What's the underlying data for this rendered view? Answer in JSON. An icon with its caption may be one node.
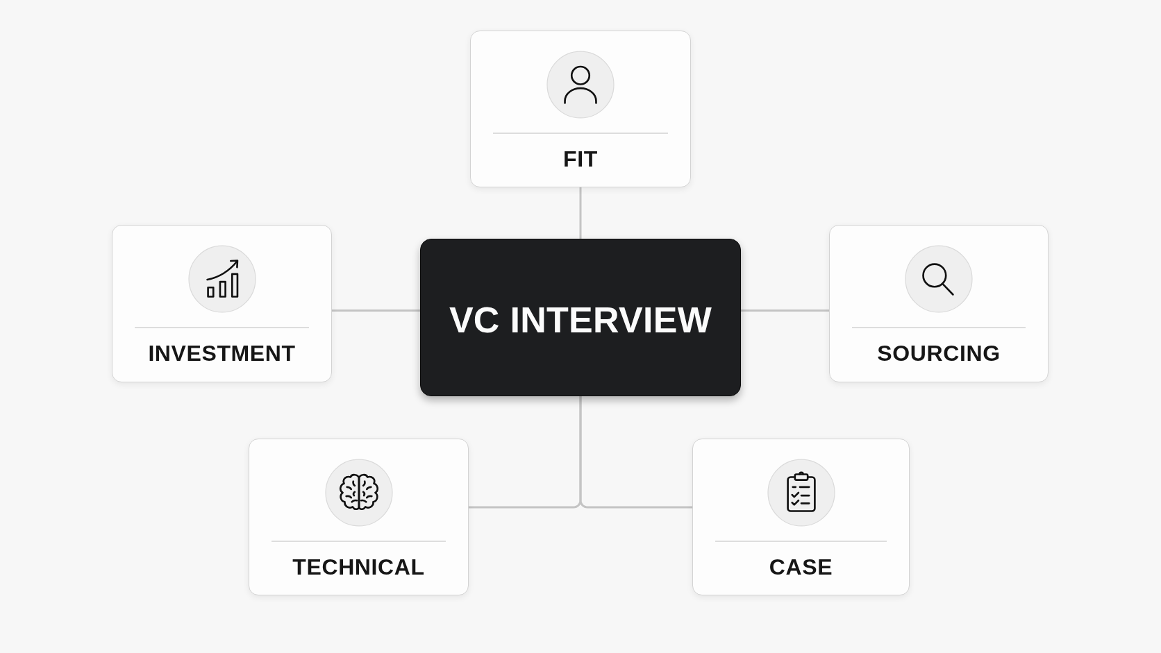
{
  "diagram": {
    "nodes": [
      {
        "text": [
          "FIT"
        ]
      },
      {
        "text": [
          "INVESTMENT"
        ]
      },
      {
        "text": [
          "VC INTERVIEW"
        ]
      },
      {
        "text": [
          "SOURCING"
        ]
      },
      {
        "text": [
          "TECHNICAL"
        ]
      },
      {
        "text": [
          "CASE"
        ]
      }
    ],
    "edges": [
      {
        "from": 2,
        "to": 0,
        "arrow": "none"
      },
      {
        "from": 2,
        "to": 1,
        "arrow": "none"
      },
      {
        "from": 2,
        "to": 3,
        "arrow": "none"
      },
      {
        "from": 2,
        "to": 4,
        "arrow": "none"
      },
      {
        "from": 2,
        "to": 5,
        "arrow": "none"
      }
    ]
  }
}
